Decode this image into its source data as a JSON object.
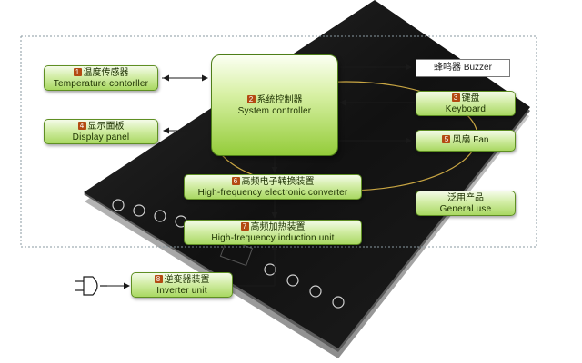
{
  "diagram": {
    "buzzer": "蜂鸣器  Buzzer",
    "system_controller": {
      "num": "2",
      "zh": "系统控制器",
      "en": "System controller"
    },
    "temperature_controller": {
      "num": "1",
      "zh": "温度传感器",
      "en": "Temperature contorller"
    },
    "display_panel": {
      "num": "4",
      "zh": "显示面板",
      "en": "Display panel"
    },
    "keyboard": {
      "num": "3",
      "zh": "键盘",
      "en": "Keyboard"
    },
    "fan": {
      "num": "5",
      "zh": "风扇 Fan"
    },
    "general_use": {
      "zh": "泛用产品",
      "en": "General use"
    },
    "hf_converter": {
      "num": "6",
      "zh": "高频电子转换装置",
      "en": "High-frequency electronic converter"
    },
    "hf_induction": {
      "num": "7",
      "zh": "高频加热装置",
      "en": "High-frequency induction unit"
    },
    "inverter": {
      "num": "8",
      "zh": "逆变器装置",
      "en": "Inverter unit"
    }
  },
  "colors": {
    "panel_glass": "#141414",
    "panel_rim": "#b8b8b8",
    "ring": "#c9a643",
    "arrow": "#1a1a1a",
    "dotted_border": "#8a9aa2",
    "box_top": "#f4fbe9",
    "box_bottom": "#a9d862",
    "badge": "#b34a12"
  },
  "icons": {
    "plug": "power-plug-icon"
  }
}
